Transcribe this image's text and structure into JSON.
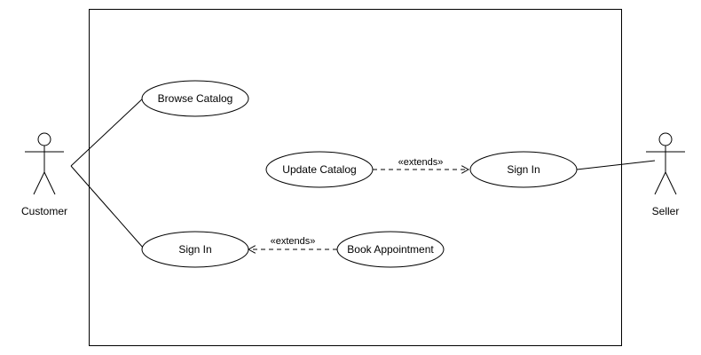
{
  "colors": {
    "stroke": "#000000",
    "background": "#ffffff"
  },
  "actors": {
    "customer": {
      "name": "Customer"
    },
    "seller": {
      "name": "Seller"
    }
  },
  "use_cases": {
    "browse_catalog": "Browse Catalog",
    "customer_sign_in": "Sign In",
    "update_catalog": "Update Catalog",
    "seller_sign_in": "Sign In",
    "book_appointment": "Book Appointment"
  },
  "relations": {
    "extends_top": "«extends»",
    "extends_bottom": "«extends»"
  }
}
